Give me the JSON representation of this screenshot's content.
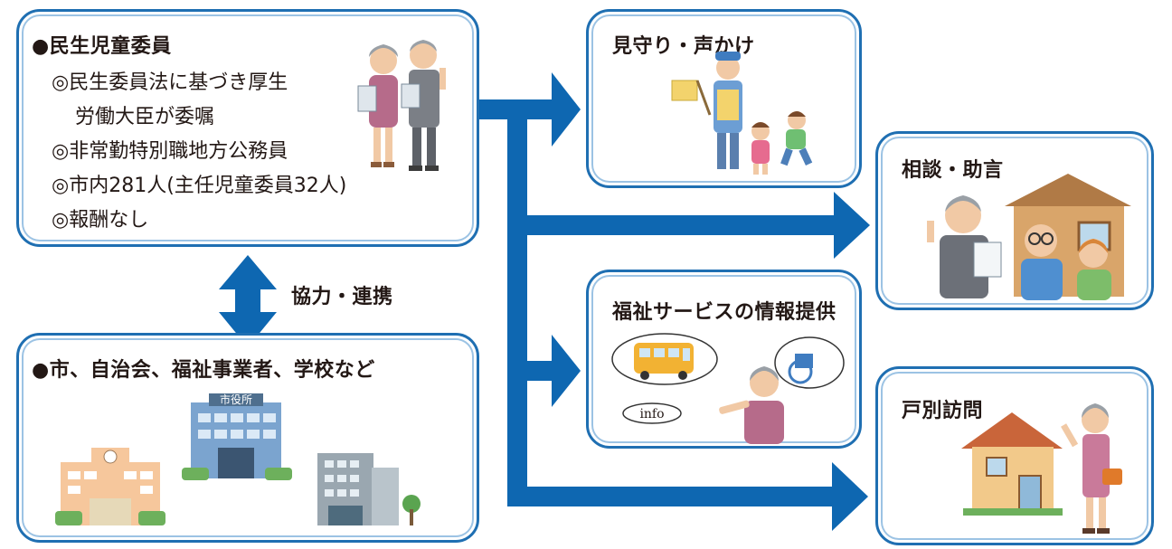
{
  "minsei": {
    "title": "●民生児童委員",
    "items": [
      "◎民生委員法に基づき厚生",
      "労働大臣が委嘱",
      "◎非常勤特別職地方公務員",
      "◎市内281人(主任児童委員32人)",
      "◎報酬なし"
    ]
  },
  "partners": {
    "title": "●市、自治会、福祉事業者、学校など",
    "city_hall_sign": "市役所"
  },
  "cooperation_label": "協力・連携",
  "activities": {
    "mimamori": "見守り・声かけ",
    "soudan": "相談・助言",
    "joho": "福祉サービスの情報提供",
    "info_bubble": "info",
    "kobetsu": "戸別訪問"
  },
  "colors": {
    "arrow": "#0e67b1",
    "border": "#1f6fb2"
  }
}
